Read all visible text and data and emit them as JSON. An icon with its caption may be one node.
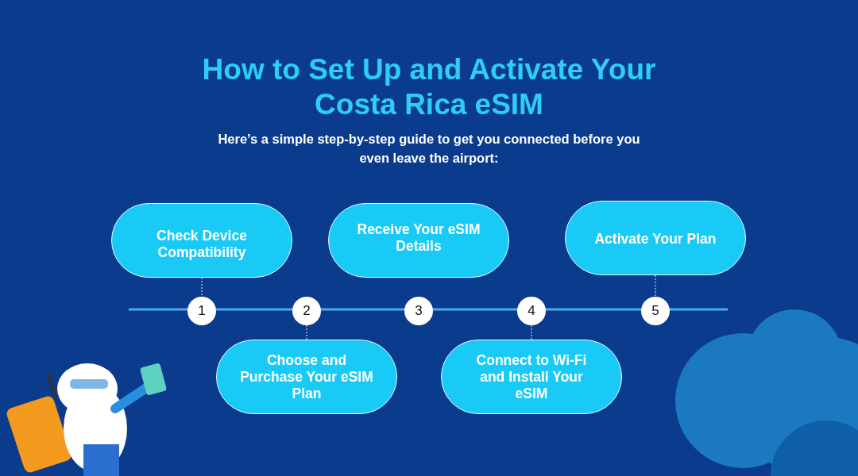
{
  "diagram": {
    "title": "How to Set Up and Activate Your Costa Rica eSIM",
    "caption": "Here’s a simple step-by-step guide to get you connected before you even leave the airport:",
    "nodes": [
      {
        "text": [
          "Check Device Compatibility"
        ]
      },
      {
        "text": [
          "Receive Your eSIM Details"
        ]
      },
      {
        "text": [
          "Activate Your Plan"
        ]
      },
      {
        "text": [
          "1"
        ]
      },
      {
        "text": [
          "2"
        ]
      },
      {
        "text": [
          "3"
        ]
      },
      {
        "text": [
          "4"
        ]
      },
      {
        "text": [
          "5"
        ]
      },
      {
        "text": [
          "Choose and Purchase Your eSIM Plan"
        ]
      },
      {
        "text": [
          "Connect to Wi-Fi and Install Your eSIM"
        ]
      }
    ],
    "edges": [
      {
        "from": 0,
        "to": 3,
        "arrow": "none",
        "style": "dashed"
      },
      {
        "from": 4,
        "to": 8,
        "arrow": "none",
        "style": "dashed"
      },
      {
        "from": 6,
        "to": 9,
        "arrow": "none",
        "style": "dashed"
      },
      {
        "from": 2,
        "to": 7,
        "arrow": "none",
        "style": "dashed"
      }
    ]
  }
}
